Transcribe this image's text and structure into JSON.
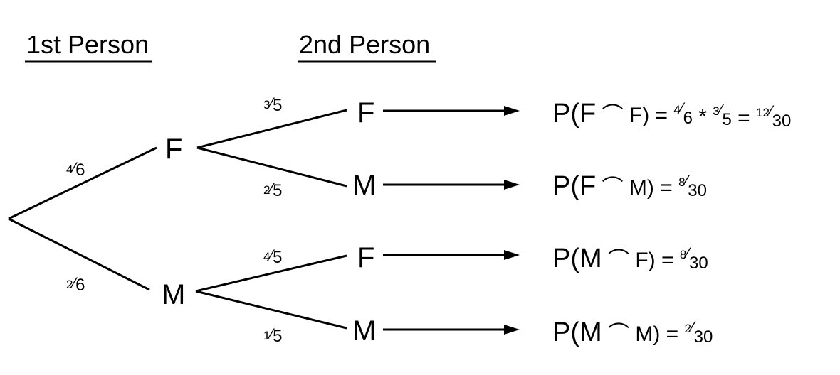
{
  "headings": {
    "first": "1st Person",
    "second": "2nd Person"
  },
  "level1": [
    {
      "label": "F",
      "prob": {
        "num": "4",
        "den": "6"
      }
    },
    {
      "label": "M",
      "prob": {
        "num": "2",
        "den": "6"
      }
    }
  ],
  "level2": [
    {
      "label": "F",
      "prob": {
        "num": "3",
        "den": "5"
      }
    },
    {
      "label": "M",
      "prob": {
        "num": "2",
        "den": "5"
      }
    },
    {
      "label": "F",
      "prob": {
        "num": "4",
        "den": "5"
      }
    },
    {
      "label": "M",
      "prob": {
        "num": "1",
        "den": "5"
      }
    }
  ],
  "results": [
    {
      "p_open": "P(F",
      "p_close": "F) = ",
      "calc": [
        {
          "num": "4",
          "den": "6"
        },
        {
          "op": " * "
        },
        {
          "num": "3",
          "den": "5"
        },
        {
          "op": " = "
        },
        {
          "num": "12",
          "den": "30"
        }
      ]
    },
    {
      "p_open": "P(F",
      "p_close": "M) = ",
      "calc": [
        {
          "num": "8",
          "den": "30"
        }
      ]
    },
    {
      "p_open": "P(M",
      "p_close": "F) = ",
      "calc": [
        {
          "num": "8",
          "den": "30"
        }
      ]
    },
    {
      "p_open": "P(M",
      "p_close": "M) = ",
      "calc": [
        {
          "num": "2",
          "den": "30"
        }
      ]
    }
  ]
}
